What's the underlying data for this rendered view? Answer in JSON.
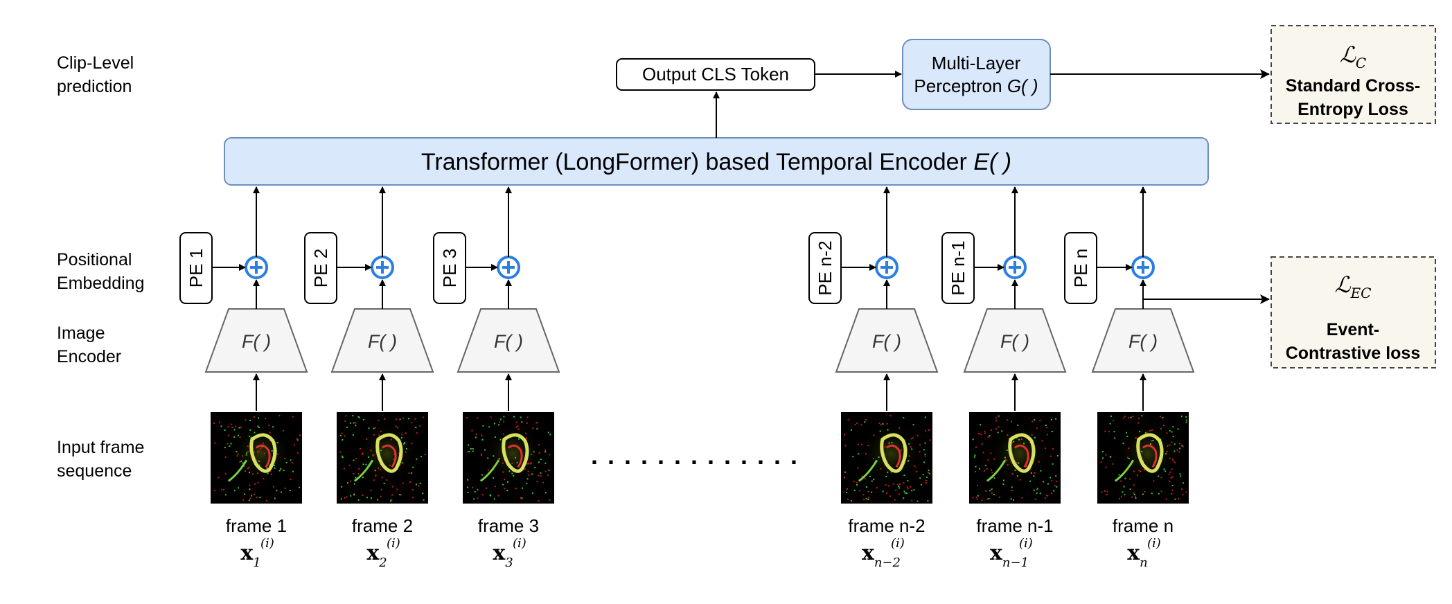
{
  "row_labels": {
    "clip_level": [
      "Clip-Level",
      "prediction"
    ],
    "positional": [
      "Positional",
      "Embedding"
    ],
    "image_encoder": [
      "Image",
      "Encoder"
    ],
    "input_frames": [
      "Input frame",
      "sequence"
    ]
  },
  "output_cls": "Output CLS Token",
  "mlp": {
    "line1": "Multi-Layer",
    "line2": "Perceptron ",
    "fn": "G( )"
  },
  "encoder": {
    "text": "Transformer (LongFormer) based Temporal Encoder ",
    "fn": "E( )"
  },
  "loss_ce": {
    "symbol": "ℒ",
    "sub": "C",
    "line1": "Standard Cross-",
    "line2": "Entropy Loss"
  },
  "loss_ec": {
    "symbol": "ℒ",
    "sub": "EC",
    "line1": "Event-",
    "line2": "Contrastive loss"
  },
  "ellipsis": ". . . . . . . . . . . . .",
  "columns": [
    {
      "pe": "PE 1",
      "fn": "F( )",
      "frame": "frame 1",
      "x": "x",
      "sub": "1",
      "sup": "(i)"
    },
    {
      "pe": "PE 2",
      "fn": "F( )",
      "frame": "frame 2",
      "x": "x",
      "sub": "2",
      "sup": "(i)"
    },
    {
      "pe": "PE 3",
      "fn": "F( )",
      "frame": "frame 3",
      "x": "x",
      "sub": "3",
      "sup": "(i)"
    },
    {
      "pe": "PE n-2",
      "fn": "F( )",
      "frame": "frame n-2",
      "x": "x",
      "sub": "n−2",
      "sup": "(i)"
    },
    {
      "pe": "PE n-1",
      "fn": "F( )",
      "frame": "frame n-1",
      "x": "x",
      "sub": "n−1",
      "sup": "(i)"
    },
    {
      "pe": "PE n",
      "fn": "F( )",
      "frame": "frame n",
      "x": "x",
      "sub": "n",
      "sup": "(i)"
    }
  ],
  "colors": {
    "encoder_fill": "#dae8fc",
    "encoder_stroke": "#6c8ebf",
    "loss_fill": "#f9f7ed",
    "plus_color": "#2b7fe0",
    "trapezoid_fill": "#f5f5f5",
    "trapezoid_stroke": "#666666"
  }
}
